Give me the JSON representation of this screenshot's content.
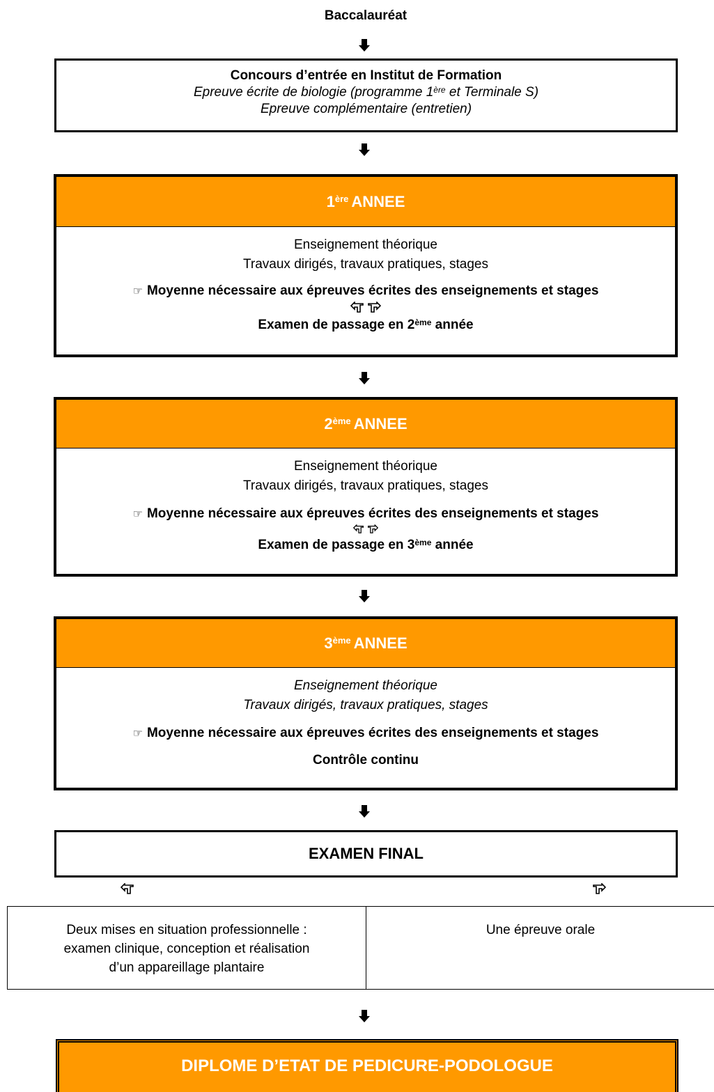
{
  "start": {
    "label": "Baccalauréat"
  },
  "concours": {
    "title": "Concours d’entrée en Institut de Formation",
    "line1_pre": "Epreuve écrite de biologie (programme 1",
    "line1_sup": "ère",
    "line1_post": " et Terminale S)",
    "line2": "Epreuve complémentaire (entretien)"
  },
  "years": [
    {
      "num": "1",
      "sup": "ère",
      "title": "ANNEE",
      "line1": "Enseignement théorique",
      "line2": "Travaux dirigés, travaux pratiques, stages",
      "moyenne": "Moyenne nécessaire aux épreuves écrites des enseignements et stages",
      "exam_pre": "Examen de passage en 2",
      "exam_sup": "ème",
      "exam_post": " année"
    },
    {
      "num": "2",
      "sup": "ème",
      "title": "ANNEE",
      "line1": "Enseignement théorique",
      "line2": "Travaux dirigés, travaux pratiques, stages",
      "moyenne": "Moyenne nécessaire aux épreuves écrites des enseignements et stages",
      "exam_pre": "Examen de passage en 3",
      "exam_sup": "ème",
      "exam_post": " année"
    },
    {
      "num": "3",
      "sup": "ème",
      "title": "ANNEE",
      "line1": "Enseignement théorique",
      "line2": "Travaux dirigés, travaux pratiques, stages",
      "moyenne": "Moyenne nécessaire aux épreuves écrites des enseignements et stages",
      "controle": "Contrôle continu"
    }
  ],
  "final_exam": {
    "title": "EXAMEN FINAL"
  },
  "final_parts": {
    "left": [
      "Deux mises en situation professionnelle :",
      "examen clinique, conception et réalisation",
      "d’un appareillage plantaire"
    ],
    "right": "Une épreuve orale"
  },
  "diploma": {
    "title": "DIPLOME D’ETAT DE PEDICURE-PODOLOGUE"
  },
  "colors": {
    "accent": "#ff9900",
    "border": "#000000",
    "header_text": "#ffffff"
  },
  "icons": {
    "arrow": "down-arrow-icon",
    "hand": "pointing-hand-icon",
    "branch": "branch-arrows-icon"
  }
}
